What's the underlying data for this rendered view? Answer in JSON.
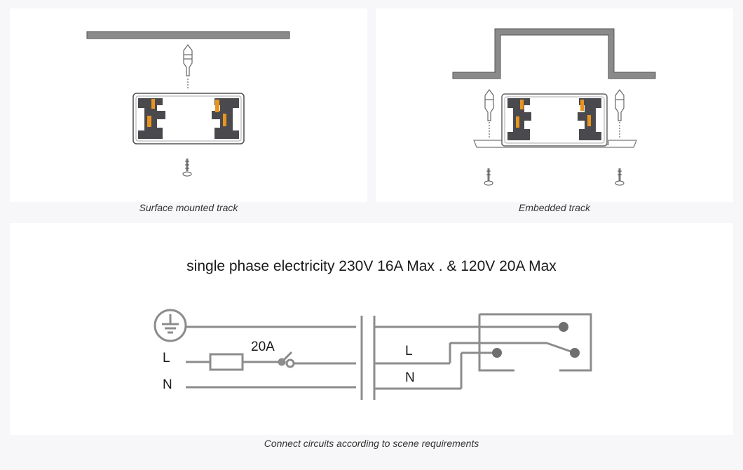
{
  "captions": {
    "surface": "Surface mounted track",
    "embedded": "Embedded track",
    "wiring": "Connect circuits according to scene requirements"
  },
  "wiring": {
    "title": "single phase electricity  230V 16A Max . & 120V 20A Max",
    "breaker_rating": "20A",
    "live_left": "L",
    "neutral_left": "N",
    "live_right": "L",
    "neutral_right": "N"
  },
  "colors": {
    "ceiling": "#8a8a8a",
    "profile_dark": "#4a4a4e",
    "conductor": "#e8951f",
    "wire": "#8c8c8c",
    "contact_dot": "#6f6f6f"
  },
  "icons": [
    "wall-plug-icon",
    "screw-icon",
    "ground-symbol-icon",
    "fuse-icon",
    "switch-icon"
  ]
}
